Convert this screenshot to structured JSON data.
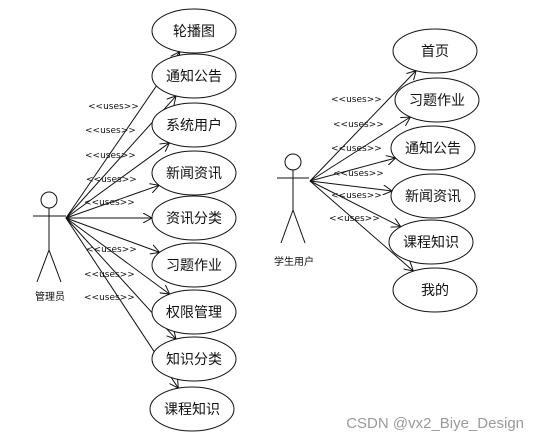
{
  "diagram": {
    "stereotype": "<<uses>>",
    "admin": {
      "name": "管理员",
      "use_cases": [
        "轮播图",
        "通知公告",
        "系统用户",
        "新闻资讯",
        "资讯分类",
        "习题作业",
        "权限管理",
        "知识分类",
        "课程知识"
      ]
    },
    "student": {
      "name": "学生用户",
      "use_cases": [
        "首页",
        "习题作业",
        "通知公告",
        "新闻资讯",
        "课程知识",
        "我的"
      ]
    }
  },
  "watermark": "CSDN @vx2_Biye_Design"
}
